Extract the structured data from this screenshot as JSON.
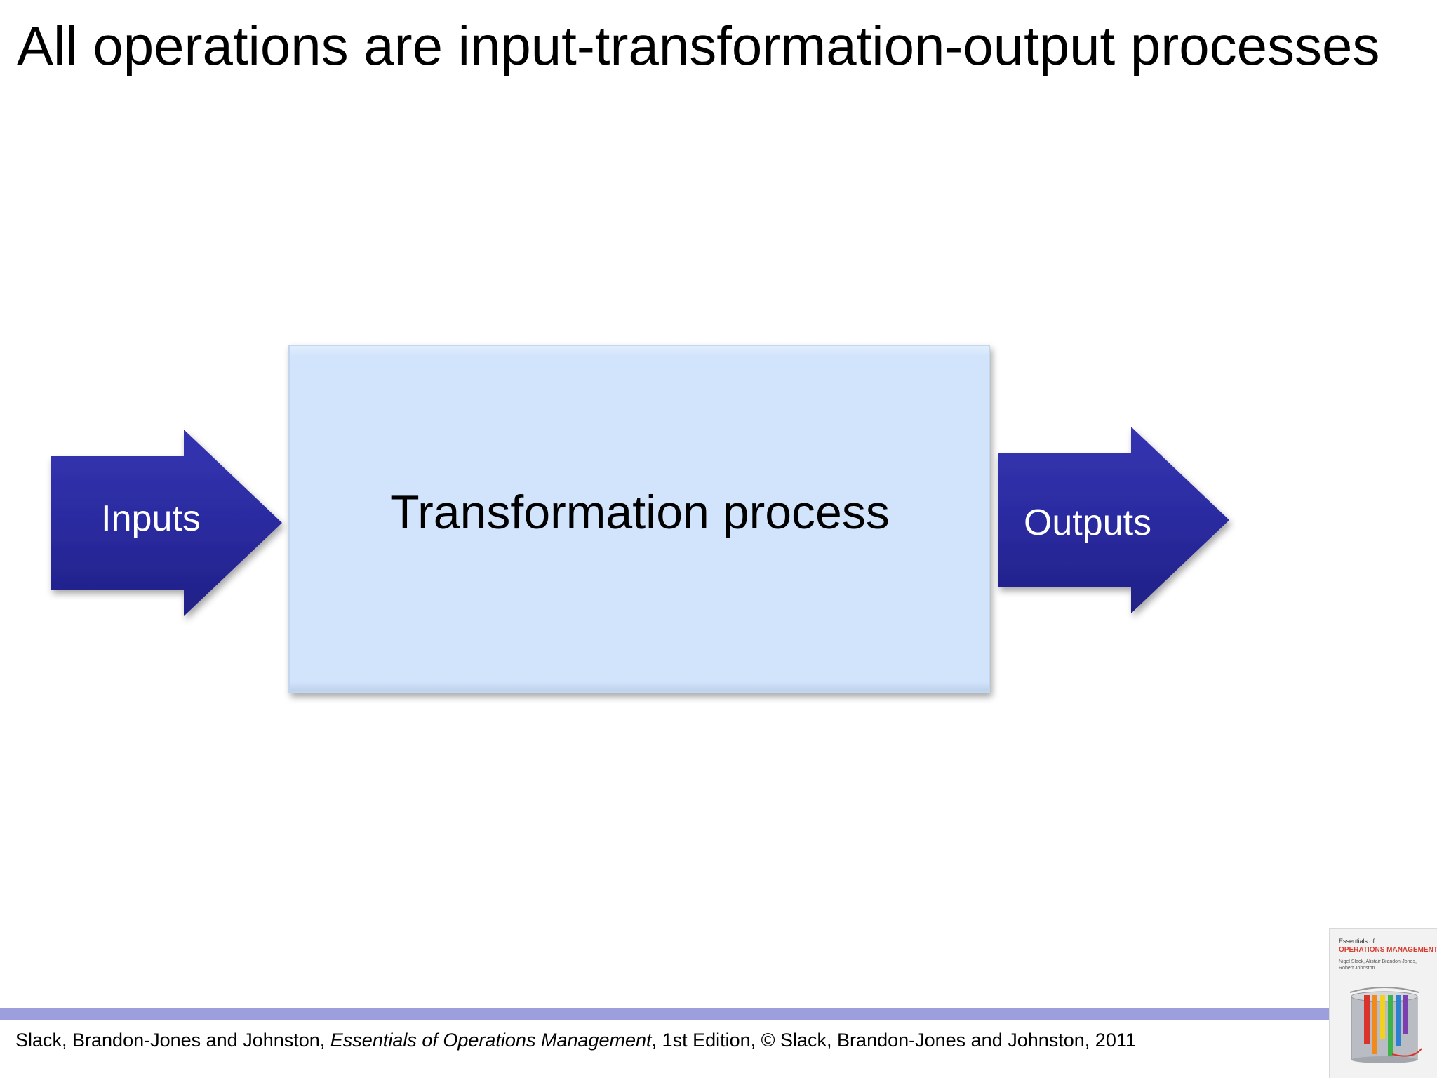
{
  "slide": {
    "title": "All operations are input-transformation-output processes",
    "diagram": {
      "inputs_label": "Inputs",
      "process_label": "Transformation process",
      "outputs_label": "Outputs"
    },
    "footer": {
      "authors_text": "Slack, Brandon-Jones and Johnston, ",
      "book_title": "Essentials of Operations Management",
      "edition_text": ", 1st Edition, © Slack, Brandon-Jones and Johnston, 2011"
    },
    "book_cover": {
      "series": "Essentials of",
      "title": "OPERATIONS MANAGEMENT",
      "authors": "Nigel Slack, Alistair Brandon-Jones, Robert Johnston"
    }
  },
  "colors": {
    "arrow_fill": "#2a2a9e",
    "box_fill": "#d2e4fc",
    "footer_bar": "#9c9fdc"
  }
}
